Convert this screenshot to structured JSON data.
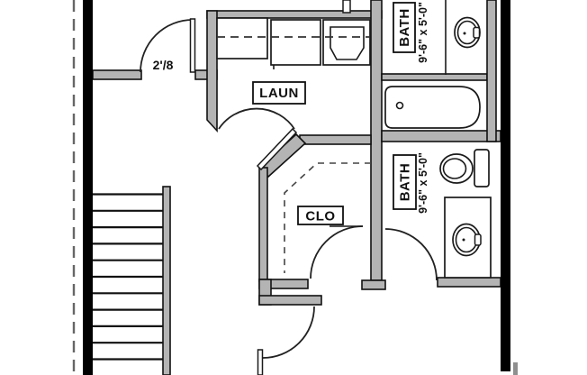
{
  "plan": {
    "type": "residential-floor-plan",
    "labels": {
      "laundry": "LAUN",
      "closet": "CLO",
      "bath_upper": "BATH",
      "bath_upper_dim": "9'-6\" x 5'-0\"",
      "bath_lower": "BATH",
      "bath_lower_dim": "9'-6\" x 5'-0\"",
      "door_size": "2'/8"
    },
    "fixtures": [
      "staircase",
      "laundry-counter",
      "washer",
      "laundry-tub",
      "bathtub",
      "toilet",
      "vanity-sink-upper",
      "vanity-sink-lower"
    ],
    "colors": {
      "background": "#ffffff",
      "interior_wall_fill": "#b4b4b4",
      "exterior_wall": "#000000",
      "line": "#1a1a1a",
      "dashed_property_line": "#666666"
    }
  }
}
